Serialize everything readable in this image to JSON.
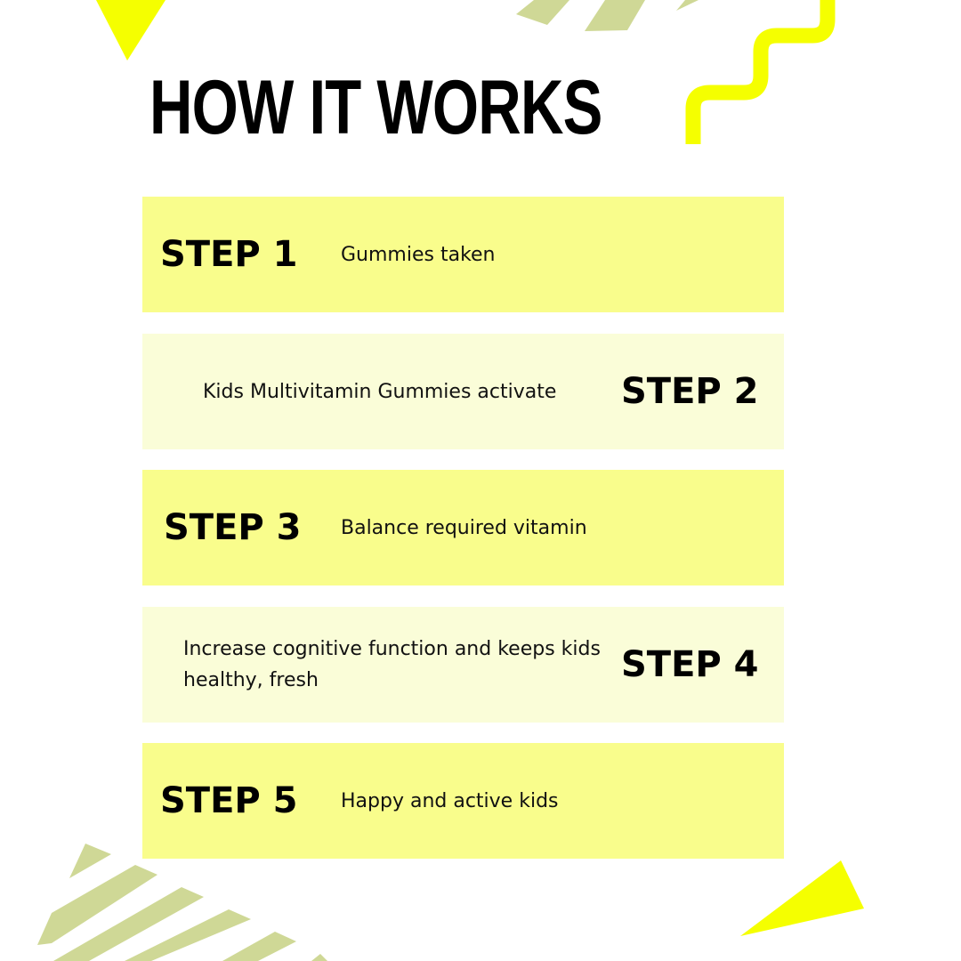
{
  "title": "HOW IT WORKS",
  "colors": {
    "accent": "#f5ff00",
    "card_strong": "#f9fd8c",
    "card_light": "#fafdd8",
    "stripe": "#cfd896"
  },
  "steps": [
    {
      "label": "STEP 1",
      "text": "Gummies taken"
    },
    {
      "label": "STEP 2",
      "text": "Kids Multivitamin Gummies activate"
    },
    {
      "label": "STEP 3",
      "text": "Balance required vitamin"
    },
    {
      "label": "STEP 4",
      "text": "Increase cognitive function and keeps kids healthy, fresh"
    },
    {
      "label": "STEP 5",
      "text": "Happy and active kids"
    }
  ]
}
